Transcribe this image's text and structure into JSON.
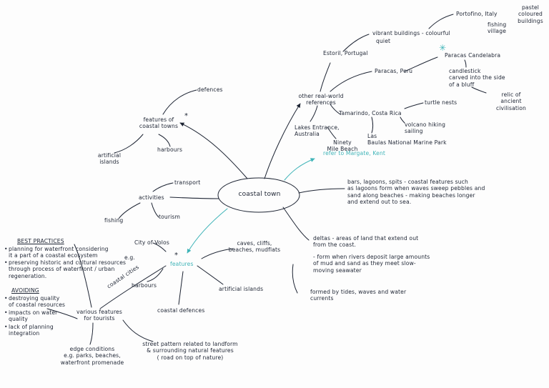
{
  "colors": {
    "ink": "#1d2433",
    "accent": "#3fb4b8",
    "paper": "#fdfdfd"
  },
  "center": {
    "label": "coastal town"
  },
  "nodes": {
    "defences": "defences",
    "features_of_coastal_towns": "features of\ncoastal towns",
    "harbours_top": "harbours",
    "artificial_islands_top": "artificial\nislands",
    "other_refs": "other real-world\nreferences",
    "estoril": "Estoril, Portugal",
    "vibrant": "vibrant buildings - colourful",
    "quiet": "quiet",
    "portofino": "Portofino, Italy",
    "pastel": "pastel\ncoloured\nbuildings",
    "fishing_village": "fishing\nvillage",
    "paracas": "Paracas, Peru",
    "candelabra": "Paracas Candelabra",
    "candlestick": "candlestick\ncarved into the side\nof a bluff",
    "relic": "relic of\nancient\ncivilisation",
    "tamarindo": "Tamarindo, Costa Rica",
    "turtle": "turtle nests",
    "volcano": "volcano hiking\nsailing",
    "baulas": "Las\nBaulas National Marine Park",
    "lakes": "Lakes Entrance,\nAustralia",
    "ninety": "Ninety\nMile Beach",
    "margate": "refer to Margate, Kent",
    "bars": "bars, lagoons, spits - coastal features such\nas lagoons form when waves sweep pebbles and\nsand along beaches - making beaches longer\nand extend out to sea.",
    "deltas": "deltas - areas of land that extend out\nfrom the coast.",
    "form_when": "- form when rivers deposit large amounts\nof mud and sand as they meet slow-\nmoving seawater",
    "formed_by": "formed by tides, waves and water\ncurrents",
    "activities": "activities",
    "transport": "transport",
    "tourism": "tourism",
    "fishing": "fishing",
    "city_of_volos": "City of Volos",
    "eg": "e.g.",
    "features": "features",
    "caves": "caves, cliffs,\nbeaches, mudflats",
    "harbours_mid": "harbours",
    "artificial_islands_mid": "artificial islands",
    "coastal_defences": "coastal defences",
    "coastal_cities": "coastal cities",
    "various": "various features\nfor tourists",
    "edge": "edge conditions\ne.g. parks, beaches,\nwaterfront promenade",
    "street": "street pattern related to landform\n& surrounding natural features\n( road on top of nature)"
  },
  "best_practices": {
    "title": "BEST PRACTICES",
    "items": [
      "planning for waterfront considering\nit a part of a coastal ecosystem",
      "preserving historic and cultural resources\nthrough process of waterfront / urban\nregeneration."
    ]
  },
  "avoiding": {
    "title": "AVOIDING",
    "items": [
      "destroying quality\nof coastal resources",
      "impacts on water\nquality",
      "lack of planning\nintegration"
    ]
  }
}
